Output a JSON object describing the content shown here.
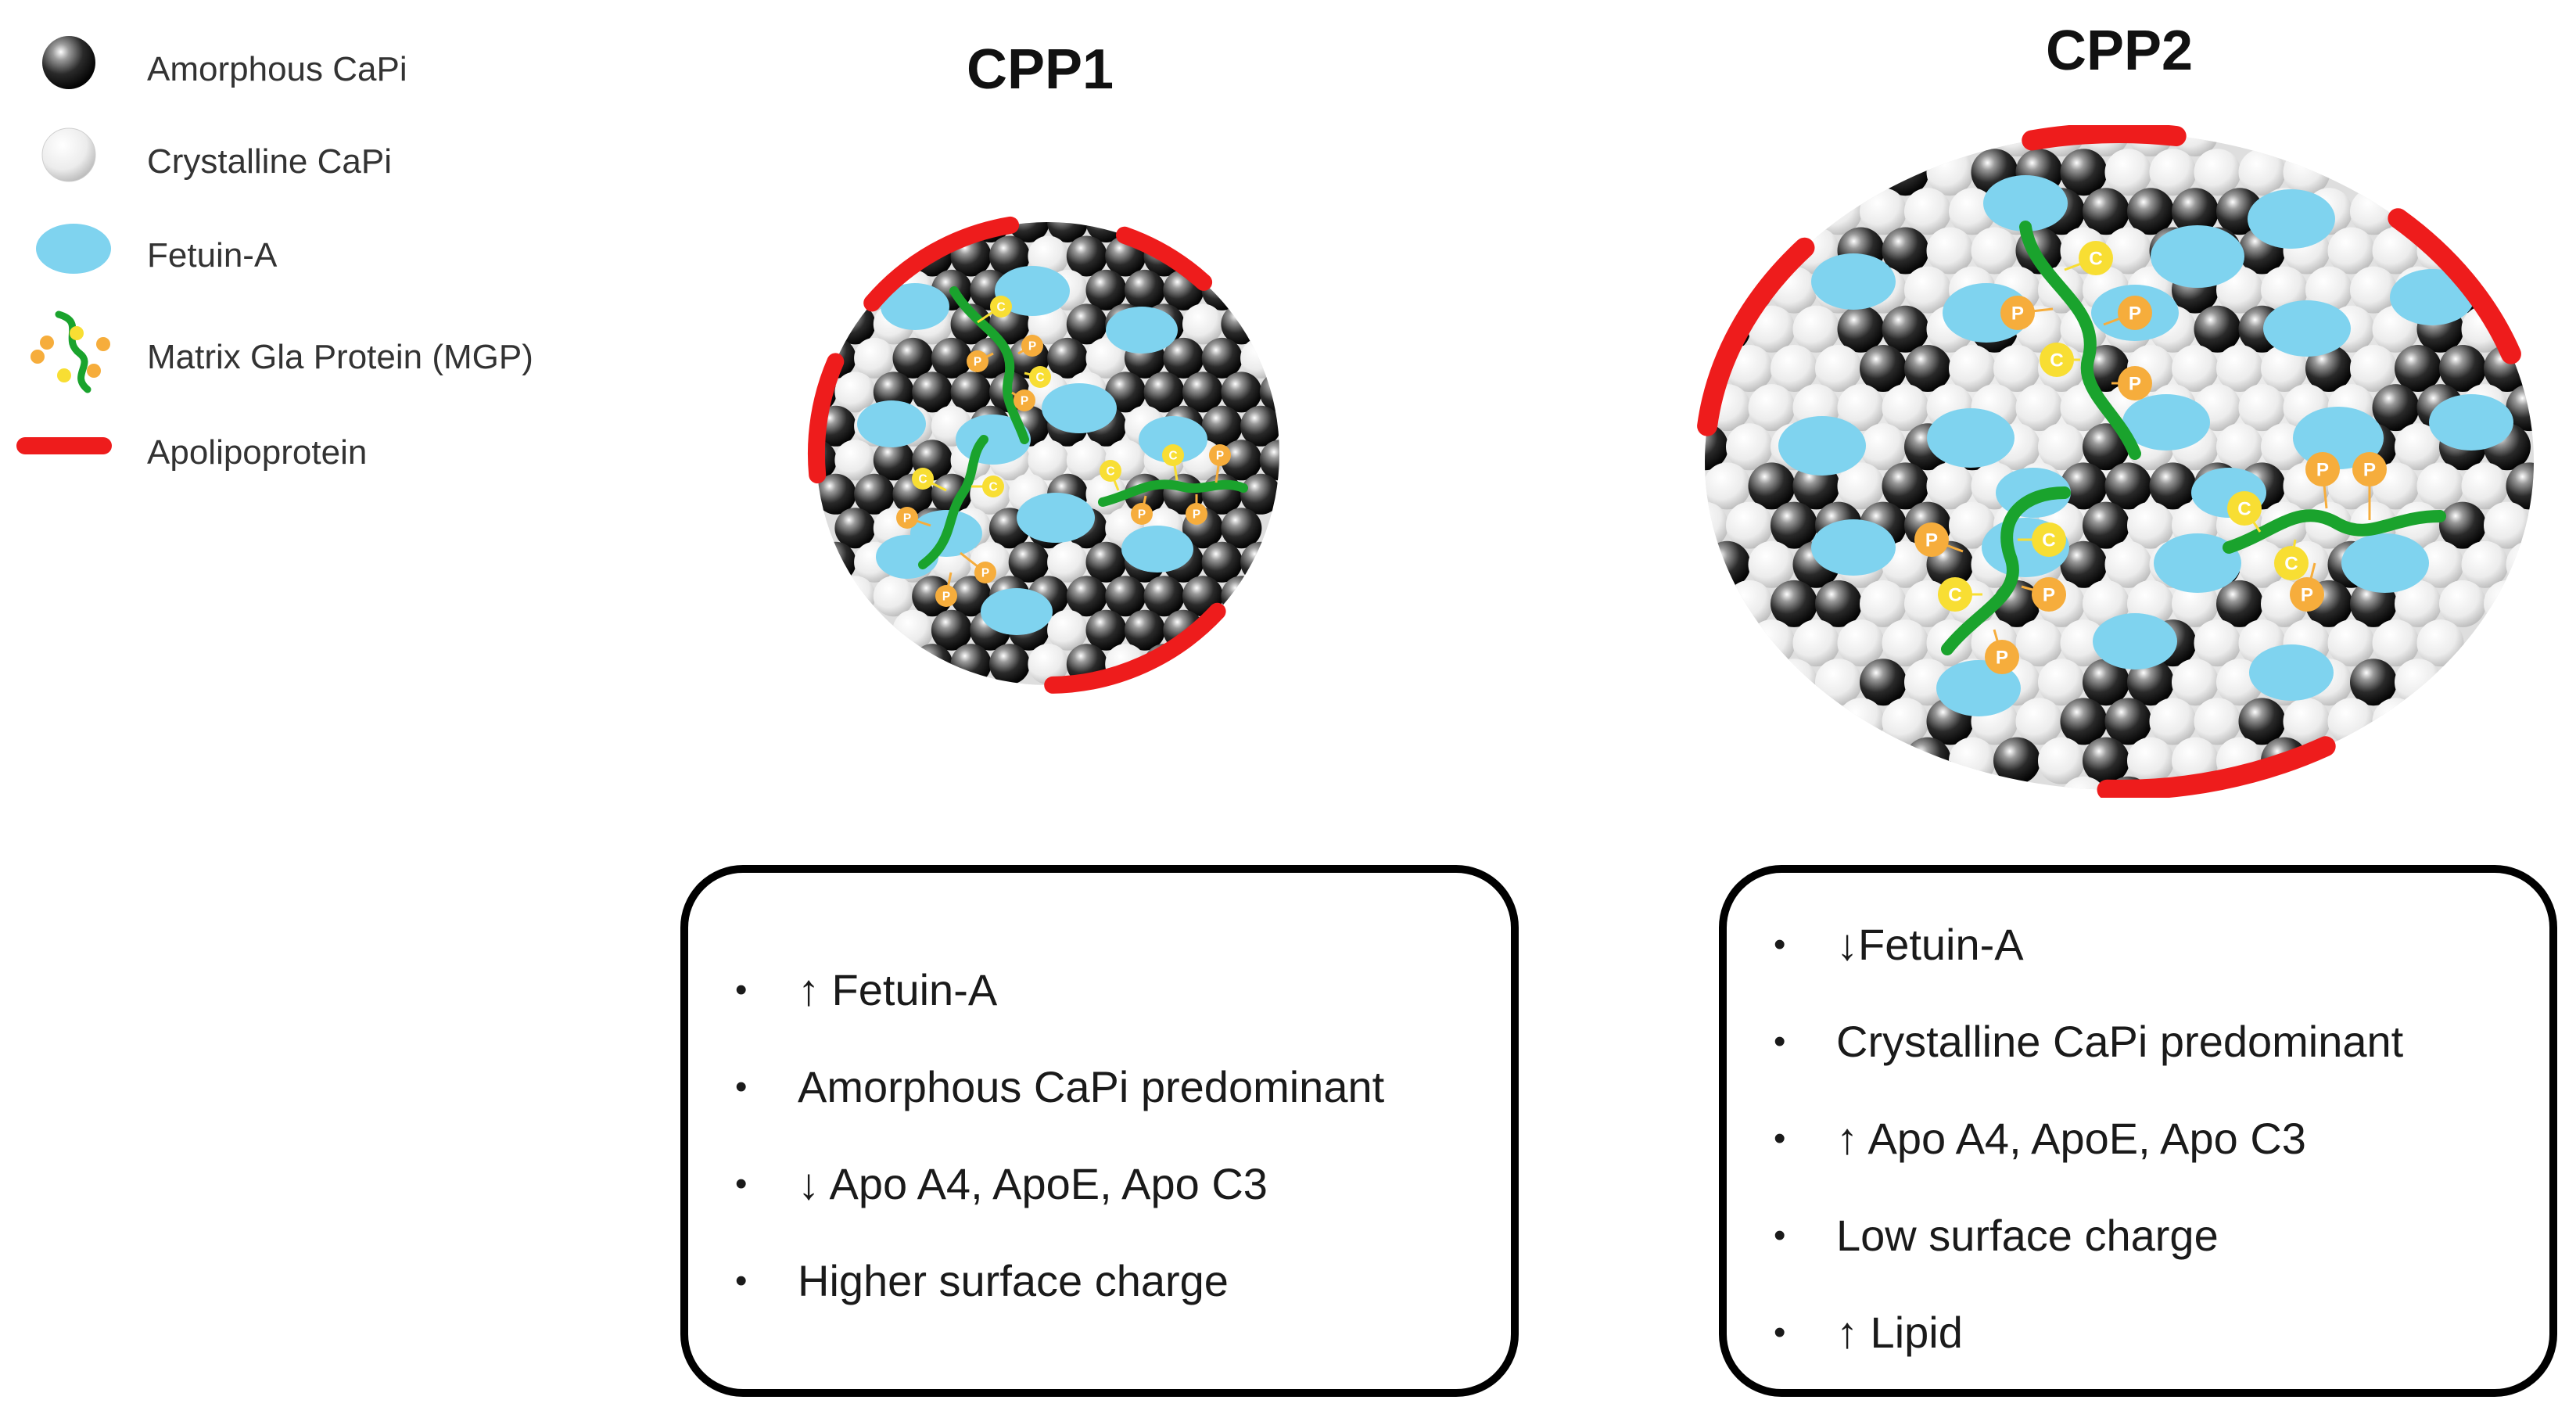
{
  "legend": {
    "items": [
      {
        "label": "Amorphous CaPi",
        "icon": "amorphous-capi-icon"
      },
      {
        "label": "Crystalline CaPi",
        "icon": "crystalline-capi-icon"
      },
      {
        "label": "Fetuin-A",
        "icon": "fetuin-a-icon"
      },
      {
        "label": "Matrix Gla Protein (MGP)",
        "icon": "mgp-icon"
      },
      {
        "label": "Apolipoprotein",
        "icon": "apolipoprotein-icon"
      }
    ]
  },
  "cpp1": {
    "title": "CPP1",
    "bullets": [
      "↑ Fetuin-A",
      "Amorphous CaPi predominant",
      "↓ Apo A4, ApoE, Apo C3",
      "Higher surface charge"
    ]
  },
  "cpp2": {
    "title": "CPP2",
    "bullets": [
      "↓Fetuin-A",
      "Crystalline CaPi predominant",
      "↑ Apo A4, ApoE, Apo C3",
      "Low surface charge",
      "↑  Lipid"
    ]
  },
  "colors": {
    "amorphous": "#1c1c1c",
    "crystalline": "#e6e6e6",
    "fetuin": "#7fd3ef",
    "mgp": "#1aa32d",
    "apolipoprotein": "#ee1c1c",
    "phosphate_tag": "#f6ad3c",
    "carboxyl_tag": "#f8de33"
  },
  "mgp_tags": {
    "phosphate": "P",
    "carboxyl": "C"
  }
}
